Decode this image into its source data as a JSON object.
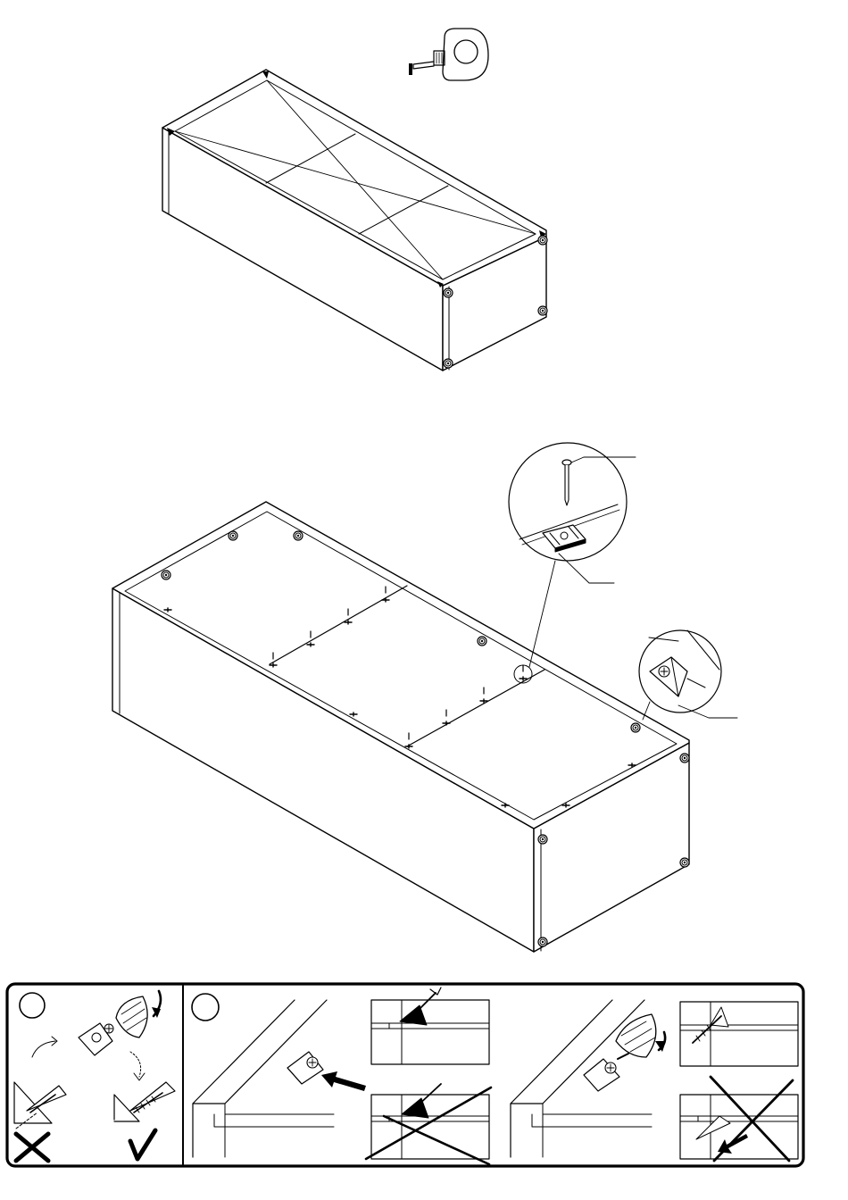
{
  "document": {
    "type": "assembly-instruction-sheet",
    "steps": [
      {
        "id": "measure-diagonals",
        "tool": "tape-measure-icon",
        "description_visible": false
      },
      {
        "id": "fix-back-panel",
        "fasteners": [
          "nail-icon",
          "back-panel-clip-icon",
          "corner-connector-icon"
        ]
      }
    ],
    "hint_panel": {
      "sections": [
        {
          "id": "panel-1",
          "badge": "",
          "marks": [
            "cross-mark-icon",
            "check-mark-icon"
          ]
        },
        {
          "id": "panel-2",
          "badge": "",
          "marks": [
            "cross-mark-icon",
            "cross-mark-icon"
          ]
        }
      ]
    }
  },
  "colors": {
    "ink": "#000000",
    "paper": "#ffffff"
  }
}
